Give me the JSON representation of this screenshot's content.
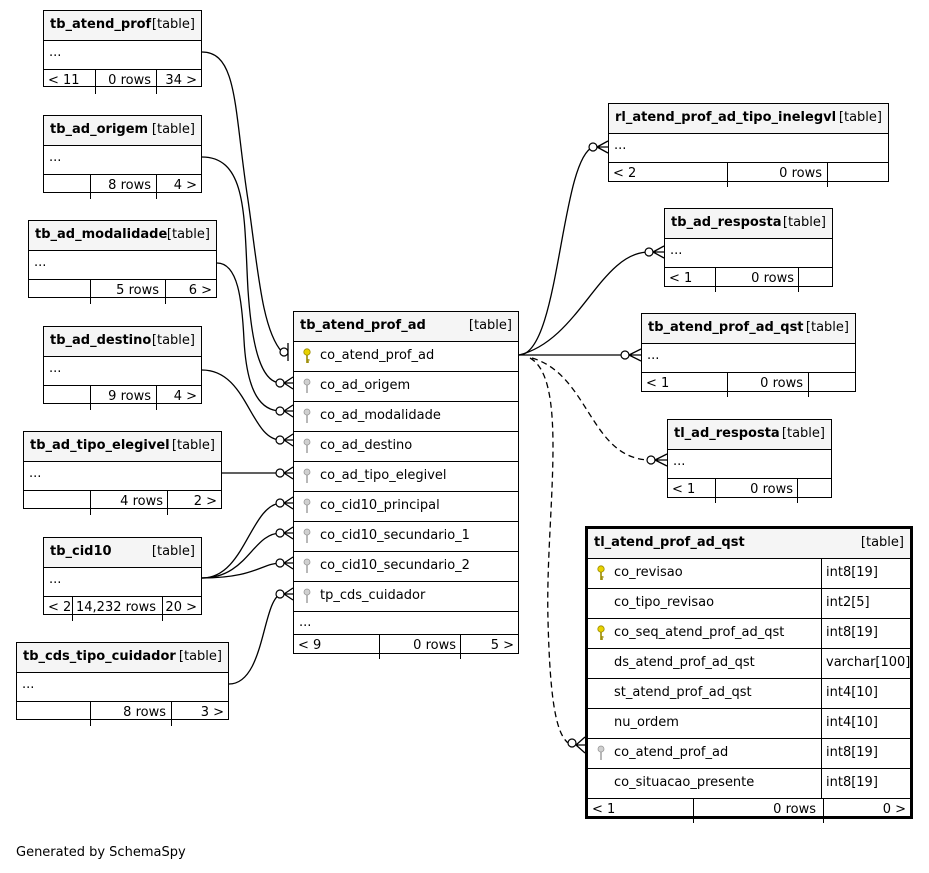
{
  "footer": "Generated by SchemaSpy",
  "tables": {
    "tb_atend_prof": {
      "name": "tb_atend_prof",
      "kind": "[table]",
      "ellipsis": "...",
      "footer": [
        "< 11",
        "0 rows",
        "34 >"
      ]
    },
    "tb_ad_origem": {
      "name": "tb_ad_origem",
      "kind": "[table]",
      "ellipsis": "...",
      "footer": [
        "",
        "8 rows",
        "4 >"
      ]
    },
    "tb_ad_modalidade": {
      "name": "tb_ad_modalidade",
      "kind": "[table]",
      "ellipsis": "...",
      "footer": [
        "",
        "5 rows",
        "6 >"
      ]
    },
    "tb_ad_destino": {
      "name": "tb_ad_destino",
      "kind": "[table]",
      "ellipsis": "...",
      "footer": [
        "",
        "9 rows",
        "4 >"
      ]
    },
    "tb_ad_tipo_elegivel": {
      "name": "tb_ad_tipo_elegivel",
      "kind": "[table]",
      "ellipsis": "...",
      "footer": [
        "",
        "4 rows",
        "2 >"
      ]
    },
    "tb_cid10": {
      "name": "tb_cid10",
      "kind": "[table]",
      "ellipsis": "...",
      "footer": [
        "< 2",
        "14,232 rows",
        "20 >"
      ]
    },
    "tb_cds_tipo_cuidador": {
      "name": "tb_cds_tipo_cuidador",
      "kind": "[table]",
      "ellipsis": "...",
      "footer": [
        "",
        "8 rows",
        "3 >"
      ]
    },
    "tb_atend_prof_ad": {
      "name": "tb_atend_prof_ad",
      "kind": "[table]",
      "ellipsis": "...",
      "footer": [
        "< 9",
        "0 rows",
        "5 >"
      ],
      "columns": [
        "co_atend_prof_ad",
        "co_ad_origem",
        "co_ad_modalidade",
        "co_ad_destino",
        "co_ad_tipo_elegivel",
        "co_cid10_principal",
        "co_cid10_secundario_1",
        "co_cid10_secundario_2",
        "tp_cds_cuidador"
      ]
    },
    "rl_atend_prof_ad_tipo_inelegvl": {
      "name": "rl_atend_prof_ad_tipo_inelegvl",
      "kind": "[table]",
      "ellipsis": "...",
      "footer": [
        "< 2",
        "0 rows",
        ""
      ]
    },
    "tb_ad_resposta": {
      "name": "tb_ad_resposta",
      "kind": "[table]",
      "ellipsis": "...",
      "footer": [
        "< 1",
        "0 rows",
        ""
      ]
    },
    "tb_atend_prof_ad_qst": {
      "name": "tb_atend_prof_ad_qst",
      "kind": "[table]",
      "ellipsis": "...",
      "footer": [
        "< 1",
        "0 rows",
        ""
      ]
    },
    "tl_ad_resposta": {
      "name": "tl_ad_resposta",
      "kind": "[table]",
      "ellipsis": "...",
      "footer": [
        "< 1",
        "0 rows",
        ""
      ]
    },
    "tl_atend_prof_ad_qst": {
      "name": "tl_atend_prof_ad_qst",
      "kind": "[table]",
      "footer": [
        "< 1",
        "0 rows",
        "0 >"
      ],
      "columns": [
        {
          "name": "co_revisao",
          "type": "int8[19]"
        },
        {
          "name": "co_tipo_revisao",
          "type": "int2[5]"
        },
        {
          "name": "co_seq_atend_prof_ad_qst",
          "type": "int8[19]"
        },
        {
          "name": "ds_atend_prof_ad_qst",
          "type": "varchar[100]"
        },
        {
          "name": "st_atend_prof_ad_qst",
          "type": "int4[10]"
        },
        {
          "name": "nu_ordem",
          "type": "int4[10]"
        },
        {
          "name": "co_atend_prof_ad",
          "type": "int8[19]"
        },
        {
          "name": "co_situacao_presente",
          "type": "int8[19]"
        }
      ]
    }
  },
  "colors": {
    "primary_key": "#e8d200",
    "foreign_key": "#bdbdbd",
    "line": "#000000",
    "header_bg": "#f5f5f5"
  }
}
